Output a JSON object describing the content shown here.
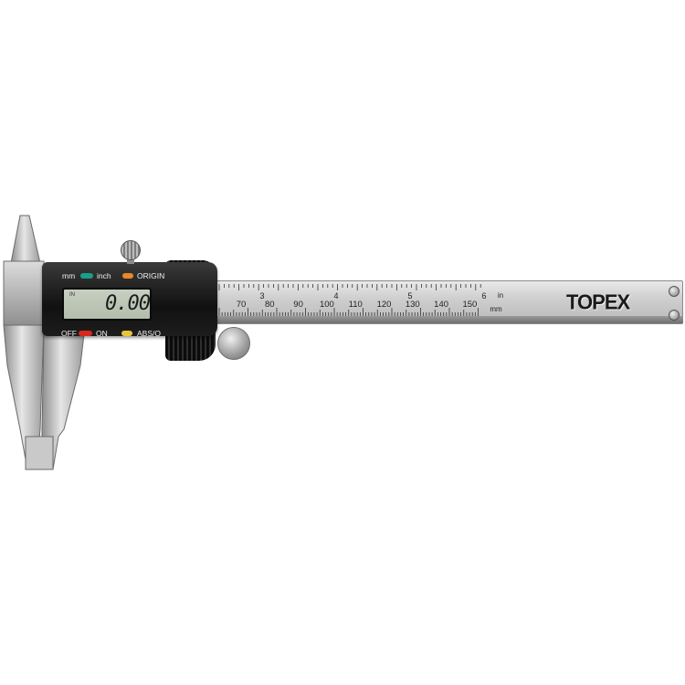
{
  "caliper": {
    "brand": "TOPEX",
    "display_value": "0.00",
    "lcd_tag": "IN",
    "controls": {
      "mm": "mm",
      "inch": "inch",
      "origin": "ORIGIN",
      "off": "OFF",
      "on": "ON",
      "abs": "ABS/O"
    },
    "button_colors": {
      "mm_inch": "#1a9e8a",
      "origin": "#e8892a",
      "off_on": "#d8281e",
      "abs": "#e7c53a"
    },
    "scale": {
      "mm_labels": [
        "70",
        "80",
        "90",
        "100",
        "110",
        "120",
        "130",
        "140",
        "150"
      ],
      "inch_labels": [
        "3",
        "4",
        "5",
        "6"
      ],
      "unit_in": "in",
      "unit_mm": "mm"
    }
  }
}
